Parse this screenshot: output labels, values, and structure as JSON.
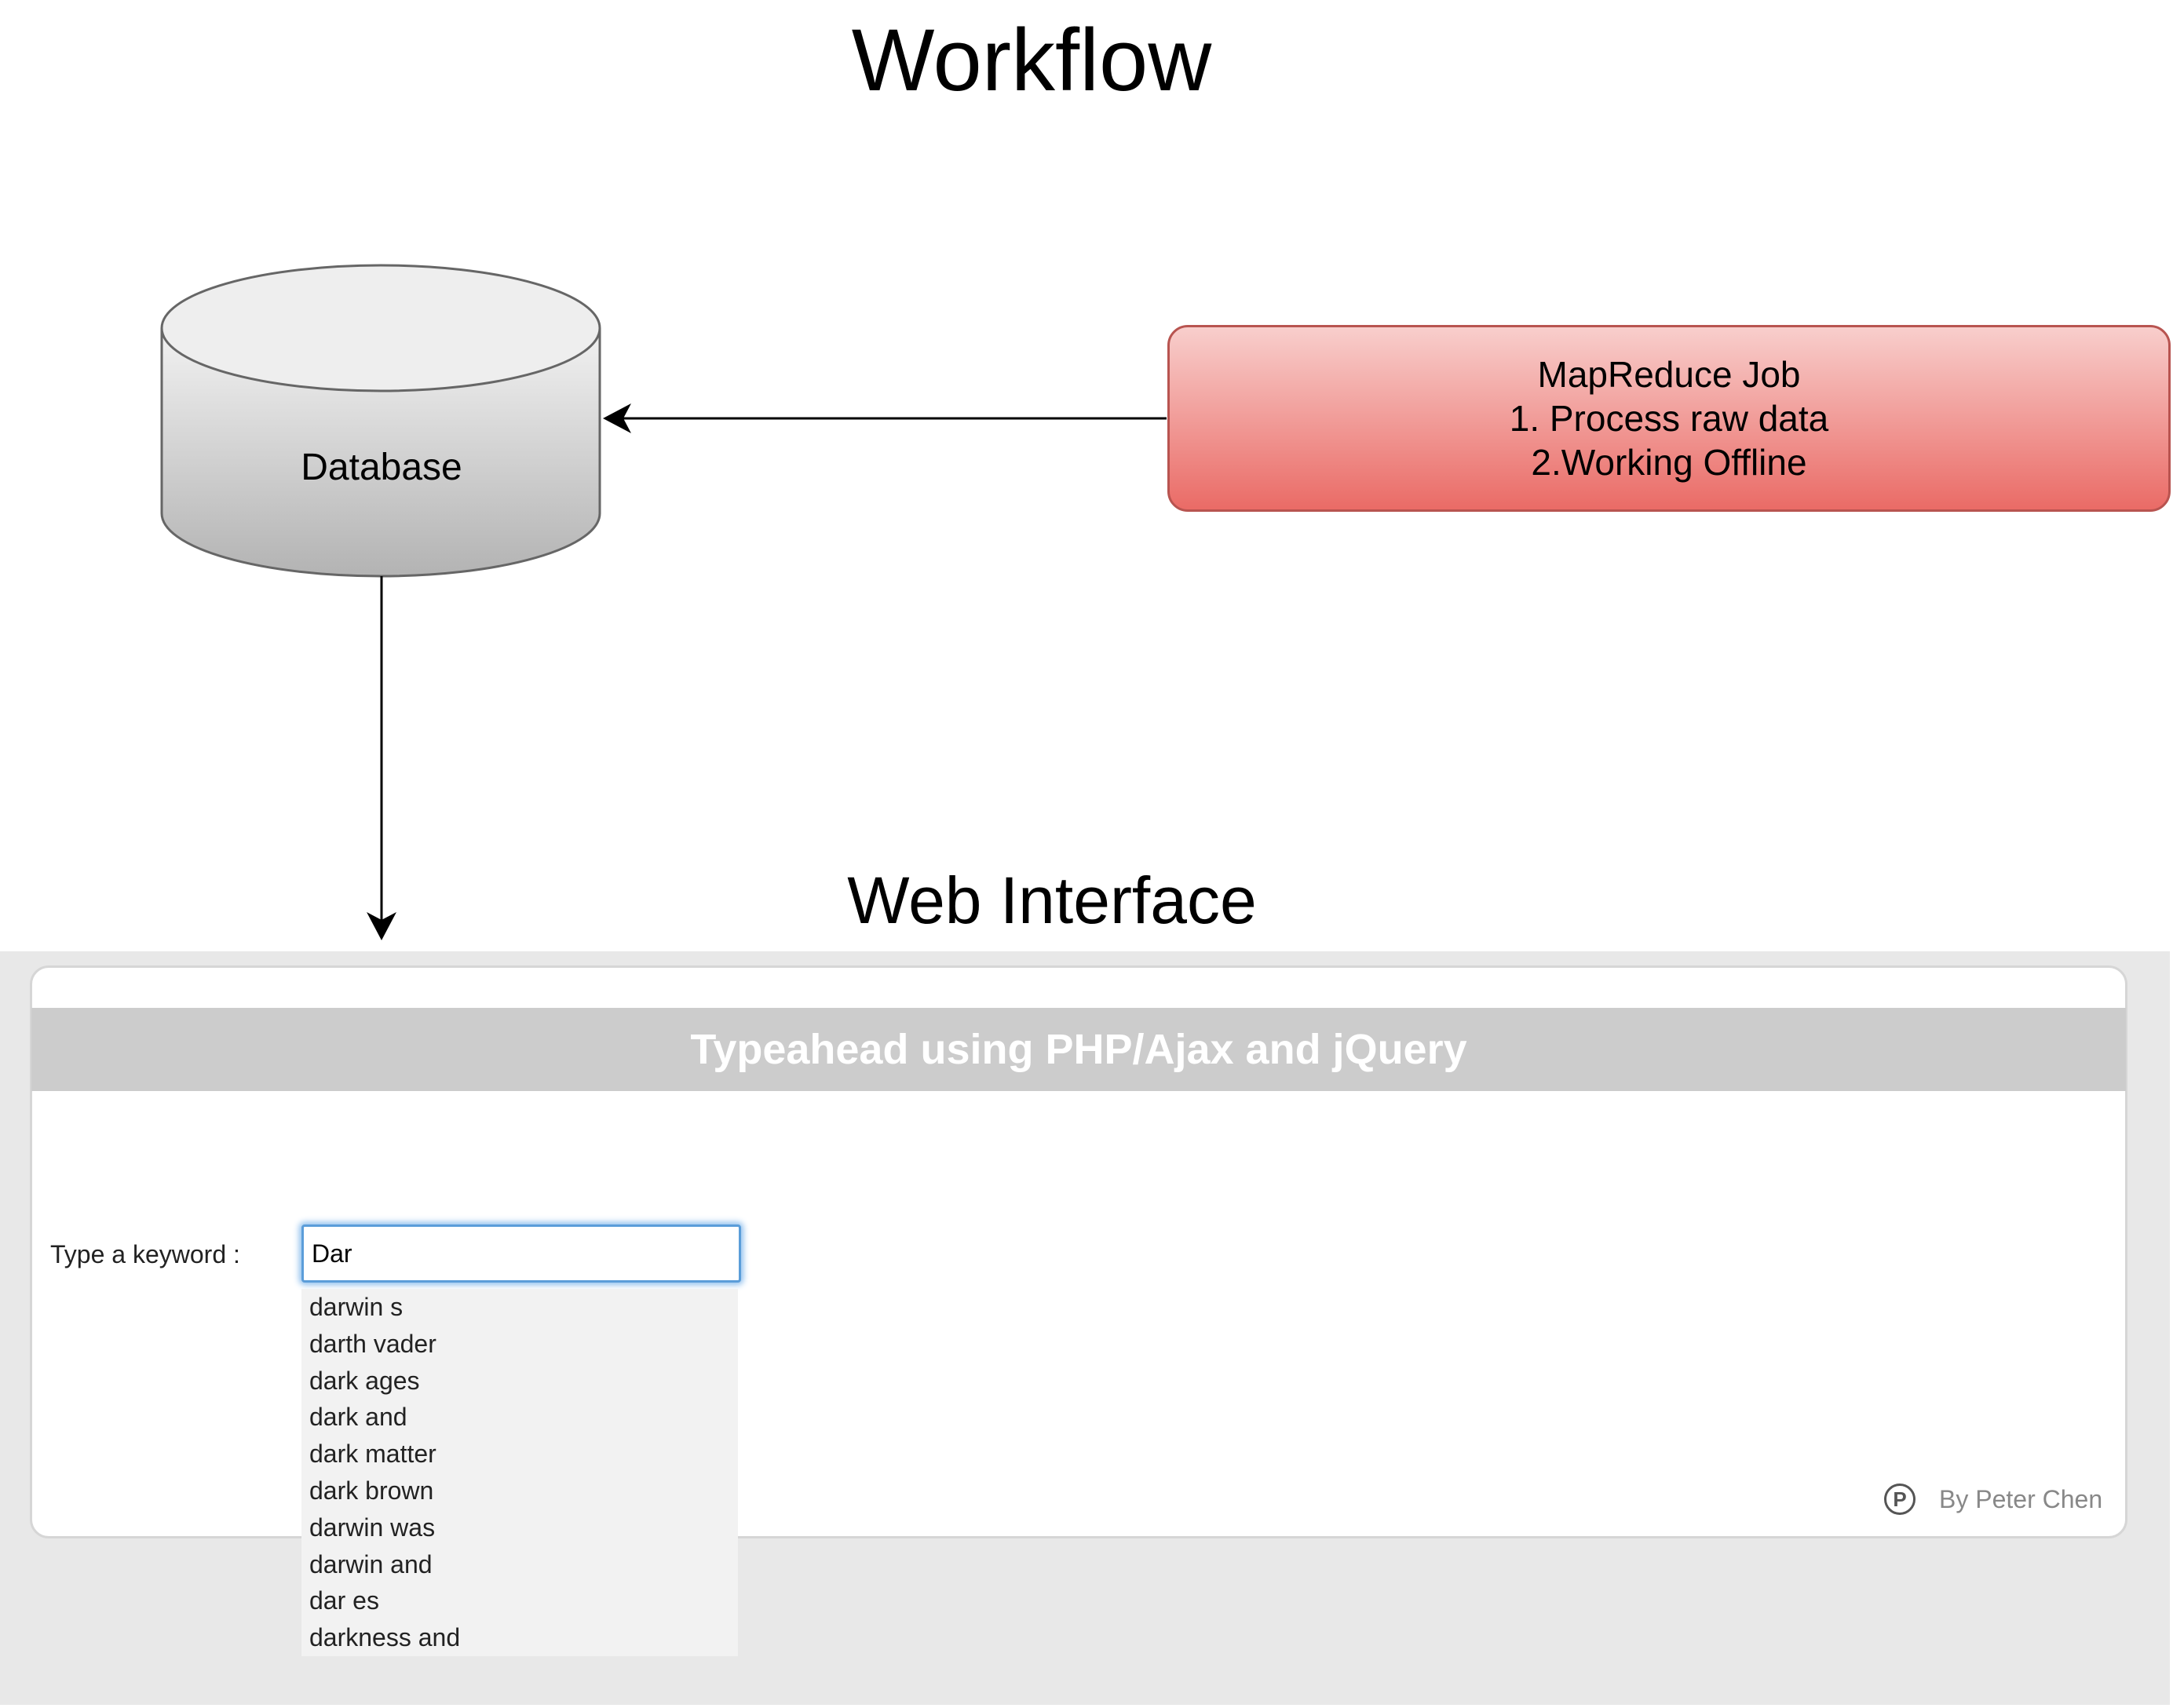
{
  "diagram": {
    "title": "Workflow",
    "database_label": "Database",
    "mapreduce": {
      "line1": "MapReduce Job",
      "line2": "1. Process raw data",
      "line3": "2.Working Offline"
    },
    "web_section_title": "Web Interface",
    "colors": {
      "mapreduce_fill_top": "#f8cecc",
      "mapreduce_fill_bottom": "#ea6b66",
      "mapreduce_border": "#b85450",
      "database_fill_top": "#f2f2f2",
      "database_fill_bottom": "#b3b3b3"
    }
  },
  "web_app": {
    "header": "Typeahead using PHP/Ajax and jQuery",
    "keyword_label": "Type a keyword :",
    "keyword_value": "Dar",
    "suggestions": [
      "darwin s",
      "darth vader",
      "dark ages",
      "dark and",
      "dark matter",
      "dark brown",
      "darwin was",
      "darwin and",
      "dar es",
      "darkness and"
    ],
    "credit_icon": "P",
    "credit_text": "By Peter Chen",
    "colors": {
      "page_bg": "#e8e8e8",
      "header_bg": "#cccccc",
      "input_focus": "#5b9dd9"
    }
  }
}
